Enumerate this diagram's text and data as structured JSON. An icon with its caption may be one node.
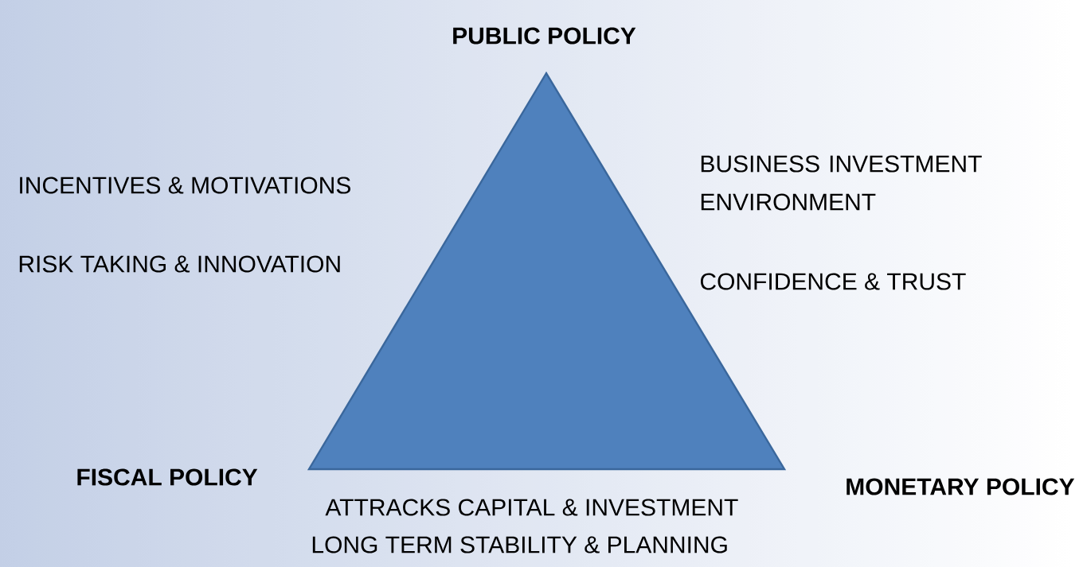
{
  "diagram": {
    "nodes": [
      {
        "text": [],
        "shape": "triangle"
      }
    ],
    "labels": [
      "PUBLIC POLICY",
      "INCENTIVES & MOTIVATIONS",
      "BUSINESS INVESTMENT ENVIRONMENT",
      "RISK TAKING & INNOVATION",
      "CONFIDENCE & TRUST",
      "FISCAL POLICY",
      "MONETARY POLICY",
      "ATTRACKS CAPITAL & INVESTMENT",
      "LONG TERM STABILITY & PLANNING"
    ]
  }
}
